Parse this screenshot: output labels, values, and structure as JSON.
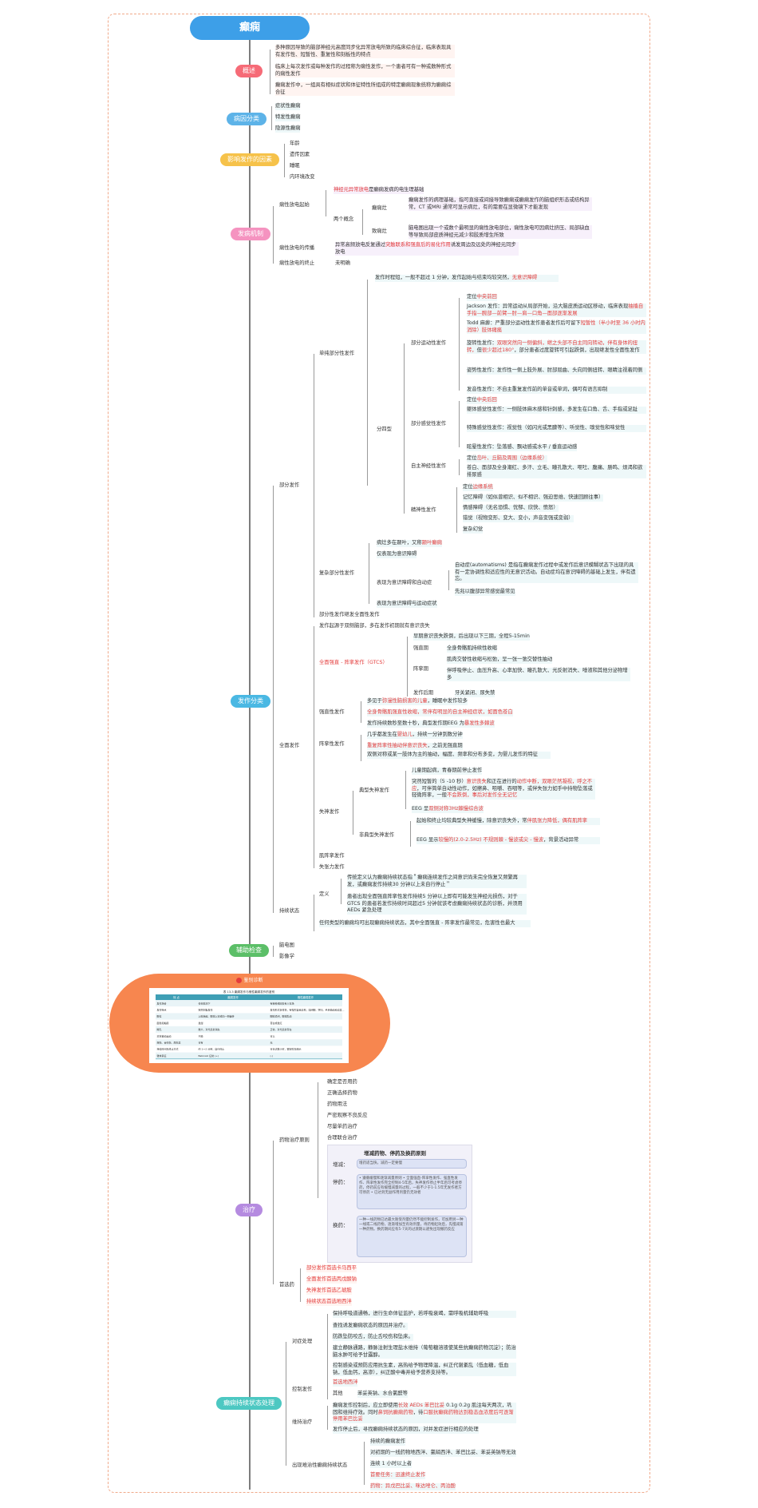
{
  "root": "癫痫",
  "colors": {
    "root": "#3d9fe8",
    "overview": "#f66b77",
    "classification": "#5db3e8",
    "factors": "#f6c24a",
    "mechanism": "#f593c0",
    "seizure": "#4ab8e3",
    "aux": "#5cbf68",
    "treatment": "#b58be0",
    "status": "#4dc8c2",
    "figure": "#f7864f",
    "highlight": "#e43c3c"
  },
  "sections": {
    "overview": "概述",
    "classification": "病因分类",
    "factors": "影响发作的因素",
    "mechanism": "发病机制",
    "seizure": "发作分类",
    "aux": "辅助检查",
    "treatment": "治疗",
    "status": "癫痫持续状态处理"
  },
  "overview": [
    "多种原因导致的脑部神经元高度同步化异常放电所致的临床综合征，临床表现具有发作性、短暂性、重复性和刻板性的特点",
    "临床上每次发作或每种发作的过程称为痫性发作，一个患者可有一种或数种形式的痫性发作",
    "癫痫发作中，一组具有相似症状和体征特性所组成的特定癫痫现象统称为癫痫综合征"
  ],
  "classification": [
    "症状性癫痫",
    "特发性癫痫",
    "隐源性癫痫"
  ],
  "factors": [
    "年龄",
    "遗传因素",
    "睡眠",
    "内环境改变"
  ],
  "mechanism": {
    "start": "痫性放电起始",
    "start_a_red": "神经元异常放电",
    "start_a": "是癫痫发病的电生理基础",
    "two": "两个概念",
    "focus": "癫痫灶",
    "focus_text": "癫痫发作的病理基础，指可直接或间接导致癫痫或癫痫发作的脑组织形态或结构异常，CT 或MRI 通常可显示病灶，有的需要在显微镜下才能发现",
    "epileptogenic": "致痫灶",
    "epileptogenic_text": "脑电图出现一个或数个最明显的痫性放电部位，痫性放电可因病灶挤压、局部缺血等导致局部皮质神经元减少和胶质增生所致",
    "spread": "痫性放电的传播",
    "spread_text_a": "异常高频放电反复通过",
    "spread_text_red": "突触联系和强直后的易化作用",
    "spread_text_b": "诱发周边及远处的神经元同步放电",
    "end": "痫性放电的终止",
    "end_text": "未明确"
  },
  "seizure": {
    "partial": "部分发作",
    "simple": "单纯部分性发作",
    "simple_text_a": "发作时程短，一般不超过 1 分钟，发作起始与结束均较突然，",
    "simple_text_red": "无意识障碍",
    "four": "分四型",
    "motor": "部分运动性发作",
    "motor_loc_a": "定位",
    "motor_loc_red": "中央前回",
    "jackson_a": "Jackson 发作：异常运动从局部开始，沿大脑皮质运动区移动，临床表现",
    "jackson_red": "抽搐自手指—腕部—前臂—肘—肩—口角—面部逐渐发展",
    "todd_a": "Todd 麻痹：严重部分运动性发作患者发作后可留下",
    "todd_red": "短暂性（半小时至 36 小时内消除）肢体瘫痪",
    "versive_a": "旋转性发作：",
    "versive_red1": "双眼突然向一侧偏斜，继之头部不自主同向转动，伴有身体的扭转，",
    "versive_b": "但",
    "versive_red2": "很少超过180°",
    "versive_c": "，部分患者过度旋转可引起跌倒，出现继发性全面性发作",
    "postural": "姿势性发作：发作性一侧上肢外展、肘部屈曲、头向同侧扭转、眼睛注视着同侧",
    "phonatory": "发音性发作：不自主重复发作前的单音或单词，偶可有语言抑制",
    "sensory": "部分感觉性发作",
    "sensory_loc_a": "定位",
    "sensory_loc_red": "中央后回",
    "somato": "躯体感觉性发作：一侧肢体麻木感和针刺感，多发生在口角、舌、手指或足趾",
    "special": "特殊感觉性发作：视觉性（如闪光或黑朦等）、听觉性、嗅觉性和味觉性",
    "vertigo": "眩晕性发作：坠落感、飘动感或水平 / 垂直运动感",
    "autonomic": "自主神经性发作",
    "auto_loc_a": "定位",
    "auto_loc_red": "岛叶、丘脑及周围（边缘系统）",
    "auto_text": "苍白、面部及全身潮红、多汗、立毛、瞳孔散大、呕吐、腹痛、肠鸣、烦渴和欲排尿感",
    "psychic": "精神性发作",
    "psy_loc_a": "定位",
    "psy_loc_red": "边缘系统",
    "memory": "记忆障碍（如似曾相识、似不相识、强迫思维、快速回顾往事）",
    "emotion": "情感障碍（无名恐惧、忧郁、欣快、愤怒）",
    "illusion": "错觉（视物变形、变大、变小，声音变强或变弱）",
    "halluc": "复杂幻觉",
    "complex": "复杂部分性发作",
    "complex_a": "病灶多在颞叶，又称",
    "complex_red": "颞叶癫痫",
    "cx1": "仅表现为意识障碍",
    "cx2": "表现为意识障碍和自动症",
    "auto_def": "自动症(automatisms) 是指在癫痫发作过程中或发作后意识模糊状态下出现的具有一定协调性和适应性的无意识活动。自动症均在意识障碍的基础上发生，伴有遗忘。",
    "auto_def2": "先兆以腹部异常感觉最常见",
    "cx3": "表现为意识障碍与运动症状",
    "secondary": "部分性发作继发全面性发作",
    "general": "全面发作",
    "general_intro": "发作起源于双侧脑部，多在发作初期就有意识丧失",
    "gtcs": "全面强直 - 阵挛发作（GTCS）",
    "gtcs_intro": "早期意识丧失跌倒，后出现以下三期，全程5-15min",
    "tonic_phase": "强直期",
    "tonic_phase_text": "全身骨骼肌持续性收缩",
    "clonic_phase": "阵挛期",
    "clonic_1": "肌肉交替性收缩与松弛，呈一张一弛交替性抽动",
    "clonic_2": "伴呼吸停止、血压升高、心率加快、瞳孔散大、光反射消失、唾液和其他分泌物增多",
    "post_phase": "发作后期",
    "post_text": "牙关紧闭、尿失禁",
    "tonic": "强直性发作",
    "tonic_1a": "多见于",
    "tonic_1red": "弥漫性脑损害的儿童",
    "tonic_1b": "，睡眠中发作较多",
    "tonic_2red": "全身骨骼肌强直性收缩，常伴有明显的自主神经症状，如面色苍白",
    "tonic_3a": "发作持续数秒至数十秒，典型发作期EEG 为",
    "tonic_3red": "暴发性多棘波",
    "clonic": "阵挛性发作",
    "clonic_s1a": "几乎都发生在",
    "clonic_s1red": "婴幼儿",
    "clonic_s1b": "，持续一分钟到数分钟",
    "clonic_s2red": "重复阵挛性抽动伴意识丧失",
    "clonic_s2b": "，之前无强直期",
    "clonic_s3": "双侧对称或某一肢体为主的抽动，幅度、频率和分布多变，为婴儿发作的特征",
    "absence": "失神发作",
    "typical": "典型失神发作",
    "typ1": "儿童期起病，青春期前停止发作",
    "typ2a": "突然短暂的（5 -10 秒）",
    "typ2red1": "意识丧失",
    "typ2b": "和正在进行的",
    "typ2red2": "动作中断，双眼茫然凝视，呼之不应",
    "typ2c": "，可伴简单自动性动作，如擦鼻、咀嚼、吞咽等，或伴失张力如手中持物坠落或轻微阵挛，一般",
    "typ2red3": "不会跌倒，事后对发作全无记忆",
    "typ3a": "EEG 呈",
    "typ3red": "双侧对称3Hz棘慢综合波",
    "atypical": "非典型失神发作",
    "atyp1a": "起始和终止均较典型失神缓慢，除意识丧失外，常",
    "atyp1red": "伴肌张力降低，偶有肌阵挛",
    "atyp2a": "EEG 显示",
    "atyp2red": "较慢的(2.0-2.5Hz) 不规则棘 - 慢波或尖 - 慢波",
    "atyp2b": "，背景活动异常",
    "myoclonic": "肌阵挛发作",
    "atonic": "失张力发作",
    "status": "持续状态",
    "definition": "定义",
    "def1": "传统定义认为癫痫持续状态指＂癫痫连续发作之间意识尚未完全恢复又频繁再发，或癫痫发作持续30 分钟以上未自行停止＂",
    "def2": "患者出现全面强直阵挛性发作持续5 分钟以上即有可能发生神经元损伤，对于GTCS 的患者若发作持续时间超过5 分钟就该考虑癫痫持续状态的诊断，并须用AEDs 紧急处理",
    "def3": "任何类型的癫痫均可出现癫痫持续状态，其中全面强直 - 阵挛发作最常见，危害性也最大"
  },
  "aux": [
    "脑电图",
    "影像学"
  ],
  "figure": {
    "caption": "鉴别诊断",
    "table_title": "表 13-3 癫痫发作与假性癫痫发作的鉴别",
    "headers": [
      "特 点",
      "癫痫发作",
      "假性癫痫发作"
    ],
    "rows": [
      [
        "发作场合",
        "任何情况下",
        "有精神诱因及有人在场"
      ],
      [
        "发作特点",
        "突然刻板发作",
        "发作形式多样性，有强烈自我表现，如闭眼、哭叫、手足抽动和过度换气等"
      ],
      [
        "眼位",
        "上睑抬起、眼球上窜或向一侧偏转",
        "眼睑紧闭，眼球乱动"
      ],
      [
        "面色和黏膜",
        "发绀",
        "苍白或发红"
      ],
      [
        "瞳孔",
        "散大，对光反射消失",
        "正常，对光反射存在"
      ],
      [
        "对抗被动运动",
        "不能",
        "可以"
      ],
      [
        "摔伤、舌咬伤、尿失禁",
        "可有",
        "无"
      ],
      [
        "持续时间及终止方式",
        "约 1～2 分钟，自行停止",
        "可长达数小时，需安慰及暗示"
      ],
      [
        "锥体束征",
        "Babinski 征常 (+)",
        "(-)"
      ]
    ]
  },
  "treatment": {
    "drug": "药物治疗原则",
    "drug_items": [
      "确定是否用药",
      "正确选择药物",
      "药物用法",
      "严密观察不良反应",
      "尽量单药治疗",
      "合理联合治疗"
    ],
    "fig_title": "增减药物、停药及换药原则",
    "fig_inc": "增减：",
    "fig_inc_text": "增药适当快，减药一定要慢",
    "fig_stop": "停药：",
    "fig_stop_text": "• 遵循缓慢和逐渐减量原则 • 全面强直-阵挛性发作、强直性发作、阵挛性发作完全控制4-5年后，失神发作停止半年后可考虑停药，停药前应有缓慢减量的过程，一般不少于1-1.5年无发作者方可停药 • 已达到无副作用剂量仍无效者",
    "fig_swap": "换药：",
    "fig_swap_text": "一种一线药物已达最大耐受剂量仍然不能控制发作，可加用另一种一线或二线药物，逐渐增加至有效剂量，待药物起效后，先慢减第一种药物。换药期间应有5-7天的过渡期以避免出现撤药反应",
    "first": "首选药",
    "first_items": [
      "部分发作首选卡马西平",
      "全面发作首选丙戊酸钠",
      "失神发作首选乙琥胺",
      "持续状态首选地西泮"
    ]
  },
  "status_mgmt": {
    "symptom": "对症处理",
    "symptom_items": [
      "保持呼吸道通畅，进行生命体征监护，若呼吸衰竭，需呼吸机辅助呼吸",
      "查找诱发癫痫状态的原因并治疗。",
      "防跌坠防咬舌，防止舌咬伤和坠床。",
      "建立静脉通路，静脉注射生理盐水维持（葡萄糖溶液使某些抗癫痫药物沉淀）；防治脑水肿可给予甘露醇。",
      "控制感染或预防应用抗生素，高热给予物理降温，纠正代谢紊乱（低血糖，低血钠，低血钙，高渗），纠正酸中毒并给予营养支持等。"
    ],
    "control": "控制发作",
    "control_first_red": "首选地西泮",
    "control_other": "其他",
    "control_other_text": "苯妥英钠、水合氯醛等",
    "maintain": "维持治疗",
    "maintain1a": "癫痫发作控制后，应立即使用",
    "maintain1red1": "长效 AEDs 苯巴比妥",
    "maintain1b": " 0.1g 0.2g 肌注每天两次，巩固和维持疗效。同时",
    "maintain1red2": "鼻饲抗癫痫药物",
    "maintain1c": "，待",
    "maintain1red3": "口服抗癫痫药物达到稳态血浓度后可逐渐停用苯巴比妥",
    "maintain2": "发作停止后，寻找癫痫持续状态的原因，对并发症进行相应的处理",
    "refractory": "出现难治性癫痫持续状态",
    "ref_items": [
      "持续的癫痫发作",
      "对初期的一线药物地西泮、氯硝西泮、苯巴比妥、苯妥英钠等无效",
      "连续 1 小时以上者"
    ],
    "ref_first": "首要任务：迅速终止发作",
    "ref_drugs": "药物：异戊巴比妥、咪达唑仑、丙泊酚"
  }
}
